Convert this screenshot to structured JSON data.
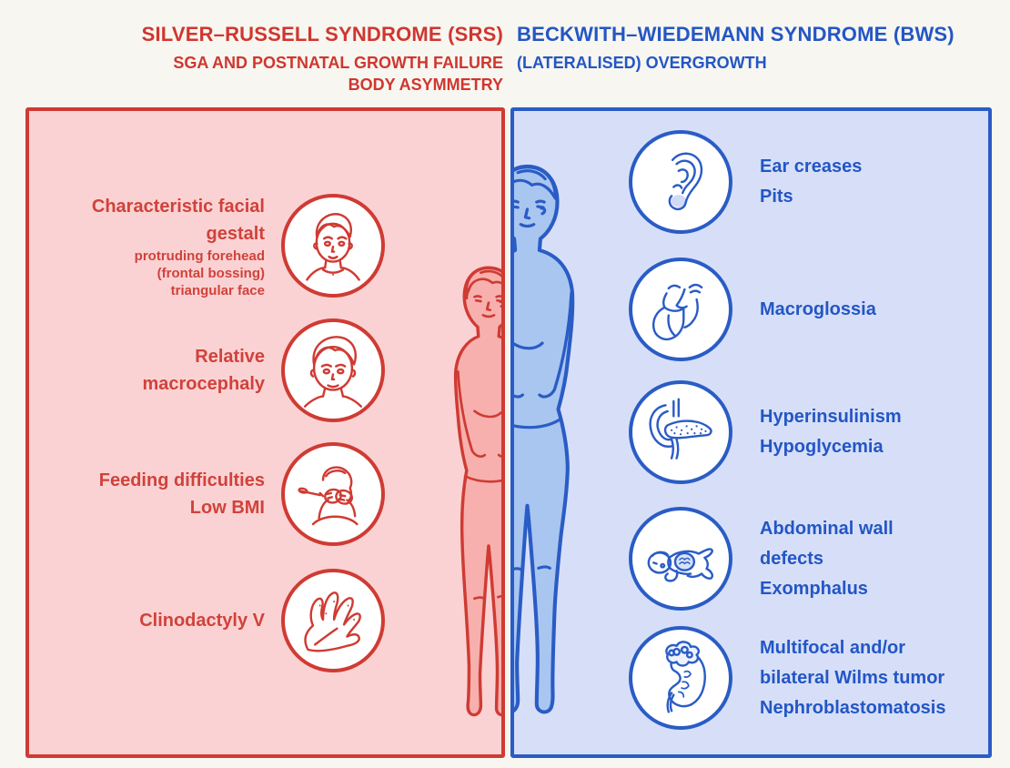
{
  "page": {
    "background": "#f7f6f0"
  },
  "left_panel": {
    "syndrome": "SRS",
    "title": "SILVER–RUSSELL SYNDROME (SRS)",
    "subtitle_lines": [
      "SGA AND POSTNATAL GROWTH FAILURE",
      "BODY ASYMMETRY"
    ],
    "accent_color": "#cf3b33",
    "fill_color": "#fbd2d3",
    "items": [
      {
        "label_lines": [
          "Characteristic facial",
          "gestalt"
        ],
        "sub_lines": [
          "protruding forehead",
          "(frontal bossing)",
          "triangular face"
        ],
        "icon": "child-face-icon"
      },
      {
        "label_lines": [
          "Relative",
          "macrocephaly"
        ],
        "sub_lines": [],
        "icon": "child-face-large-icon"
      },
      {
        "label_lines": [
          "Feeding difficulties",
          "Low BMI"
        ],
        "sub_lines": [],
        "icon": "feeding-difficulty-icon"
      },
      {
        "label_lines": [
          "Clinodactyly V"
        ],
        "sub_lines": [],
        "icon": "hand-icon"
      }
    ]
  },
  "right_panel": {
    "syndrome": "BWS",
    "title": "BECKWITH–WIEDEMANN SYNDROME (BWS)",
    "subtitle_lines": [
      "(LATERALISED) OVERGROWTH"
    ],
    "accent_color": "#2a5cc5",
    "fill_color": "#d7dff8",
    "items": [
      {
        "label_lines": [
          "Ear creases",
          "Pits"
        ],
        "sub_lines": [],
        "icon": "ear-icon"
      },
      {
        "label_lines": [
          "Macroglossia"
        ],
        "sub_lines": [],
        "icon": "macroglossia-tongue-icon"
      },
      {
        "label_lines": [
          "Hyperinsulinism",
          "Hypoglycemia"
        ],
        "sub_lines": [],
        "icon": "pancreas-icon"
      },
      {
        "label_lines": [
          "Abdominal wall",
          "defects",
          "Exomphalus"
        ],
        "sub_lines": [],
        "icon": "baby-exomphalos-icon"
      },
      {
        "label_lines": [
          "Multifocal and/or",
          "bilateral Wilms tumor",
          "Nephroblastomatosis"
        ],
        "sub_lines": [],
        "icon": "kidney-icon"
      }
    ]
  }
}
